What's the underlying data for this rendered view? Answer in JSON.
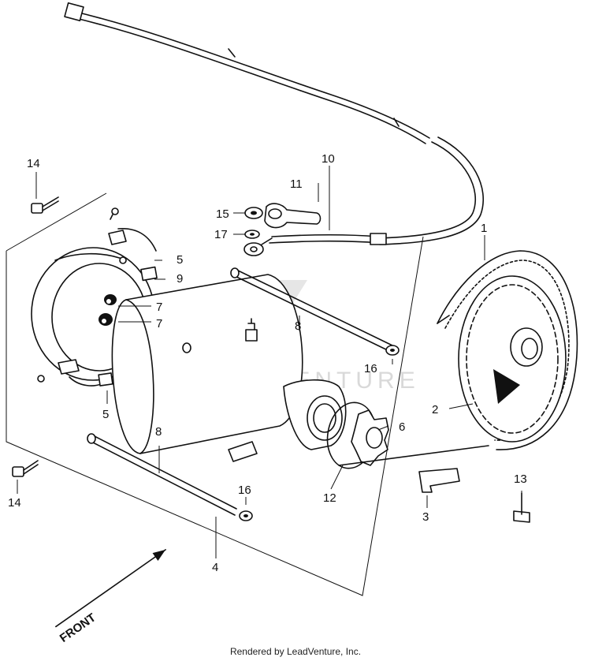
{
  "diagram": {
    "watermark": "LEADVENTURE",
    "footer": "Rendered by LeadVenture, Inc.",
    "direction_label": "FRONT",
    "callouts": {
      "c1": "1",
      "c2": "2",
      "c3": "3",
      "c4": "4",
      "c5a": "5",
      "c5b": "5",
      "c6": "6",
      "c7a": "7",
      "c7b": "7",
      "c8a": "8",
      "c8b": "8",
      "c9": "9",
      "c10": "10",
      "c11": "11",
      "c12": "12",
      "c13": "13",
      "c14a": "14",
      "c14b": "14",
      "c15": "15",
      "c16a": "16",
      "c16b": "16",
      "c17": "17"
    }
  }
}
